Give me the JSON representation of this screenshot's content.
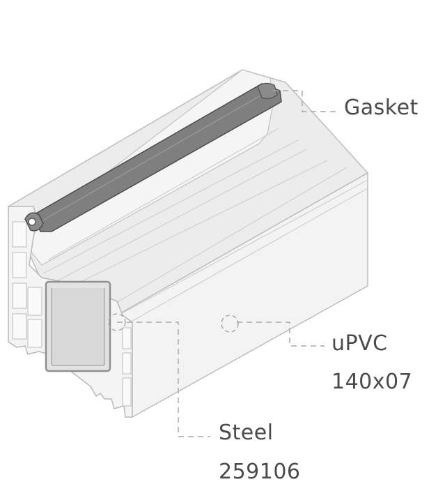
{
  "labels": {
    "gasket": "Gasket",
    "upvc": "uPVC",
    "upvc_code": "140x07",
    "steel": "Steel",
    "steel_code": "259106"
  },
  "colors": {
    "profile_face": "#f1f1f1",
    "profile_top": "#e9e9e9",
    "profile_line": "#c2c2c2",
    "gasket": "#7b7b7b",
    "gasket_dark": "#4f4f4f",
    "steel_fill": "#dcdcdc",
    "leader": "#a9a9a9",
    "text": "#4a4a4a"
  }
}
